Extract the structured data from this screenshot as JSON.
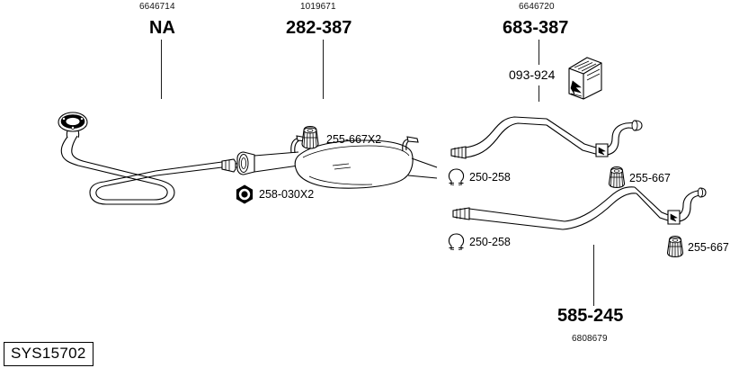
{
  "diagram": {
    "system_code": "SYS15702",
    "title_callouts": [
      {
        "id": "front-pipe",
        "part_number": "6646714",
        "code": "NA"
      },
      {
        "id": "centre-silencer",
        "part_number": "1019671",
        "code": "282-387"
      },
      {
        "id": "rear-pipe-upper",
        "part_number": "6646720",
        "code": "683-387"
      },
      {
        "id": "rear-pipe-lower",
        "part_number": "6808679",
        "code": "585-245"
      }
    ],
    "component_labels": [
      {
        "id": "rubber-mount-093-924",
        "code": "093-924",
        "icon": "rubber-mount-icon"
      },
      {
        "id": "hanger-255-667x2",
        "code": "255-667X2",
        "icon": "exhaust-hanger-icon"
      },
      {
        "id": "gasket-258-030x2",
        "code": "258-030X2",
        "icon": "exhaust-gasket-icon"
      },
      {
        "id": "clamp-250-258-upper",
        "code": "250-258",
        "icon": "exhaust-clamp-icon"
      },
      {
        "id": "hanger-255-667-upper",
        "code": "255-667",
        "icon": "exhaust-hanger-icon"
      },
      {
        "id": "clamp-250-258-lower",
        "code": "250-258",
        "icon": "exhaust-clamp-icon"
      },
      {
        "id": "hanger-255-667-lower",
        "code": "255-667",
        "icon": "exhaust-hanger-icon"
      }
    ],
    "colors": {
      "ink": "#000000",
      "paper": "#ffffff",
      "leader": "#1a1a1a"
    }
  }
}
